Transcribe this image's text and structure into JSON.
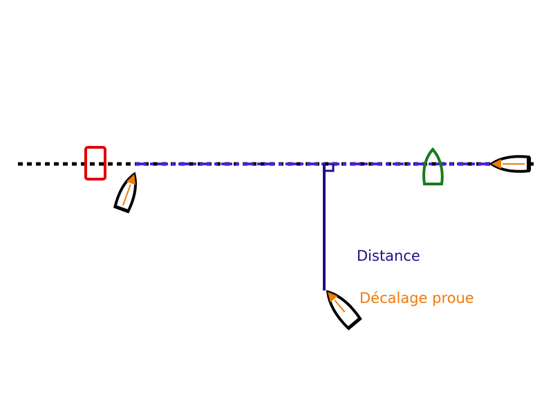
{
  "labels": {
    "distance": "Distance",
    "bow_offset": "Décalage proue"
  },
  "colors": {
    "start_line": "#000000",
    "pin_end_line": "#4a1fe0",
    "distance_line": "#1f0f8c",
    "distance_text": "#1f0f8c",
    "bow_offset_text": "#f07a0a",
    "bow_arrow": "#f07a0a",
    "pin_mark": "#e00000",
    "committee_boat_mark": "#1a7a1a",
    "boat_outline": "#000000"
  },
  "icons": {
    "pin": "red-rectangle-mark",
    "committee": "green-boat-mark",
    "boat": "sailboat-icon"
  }
}
